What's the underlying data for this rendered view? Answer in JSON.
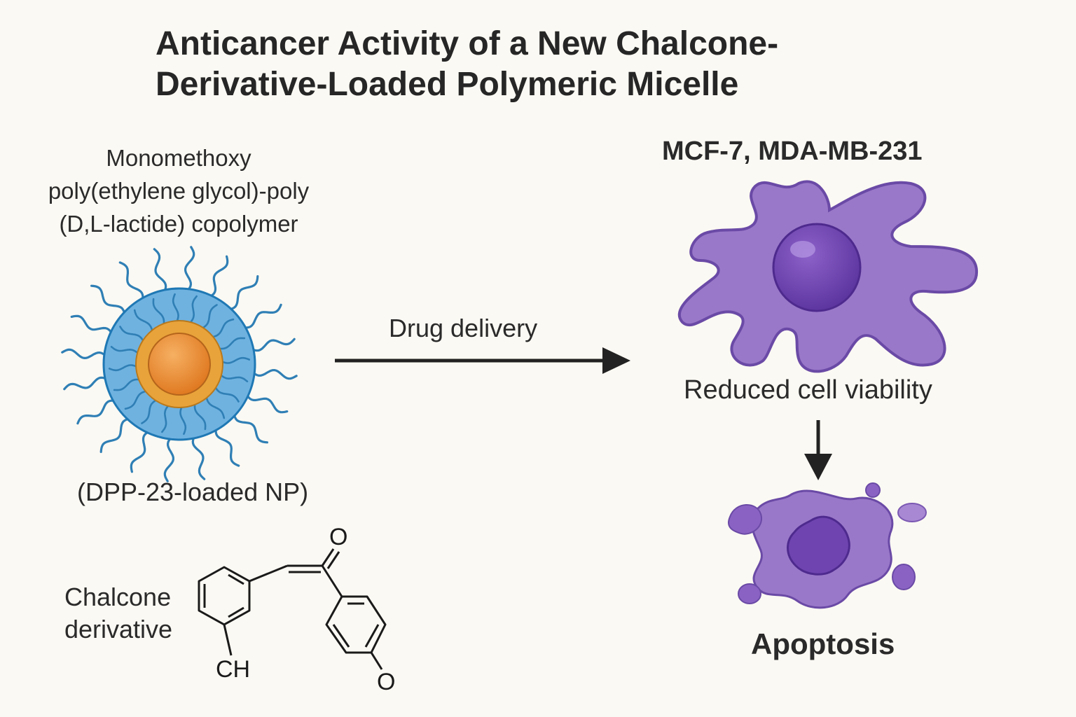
{
  "title": {
    "line1": "Anticancer Activity of a New Chalcone-",
    "line2": "Derivative-Loaded Polymeric Micelle"
  },
  "micelle": {
    "polymer_label_lines": [
      "Monomethoxy",
      "poly(ethylene glycol)-poly",
      "(D,L-lactide) copolymer"
    ],
    "np_label": "(DPP-23-loaded NP)",
    "colors": {
      "shell": "#6fb2e0",
      "shell_edge": "#1f78b4",
      "core_ring": "#e8a33a",
      "core": "#ee8a2c",
      "tails": "#2f7fb5"
    }
  },
  "arrow": {
    "label": "Drug delivery"
  },
  "cells": {
    "header": "MCF-7, MDA-MB-231",
    "viability_label": "Reduced cell viability",
    "apoptosis_label": "Apoptosis",
    "colors": {
      "cell": "#9a78c9",
      "cell_edge": "#6a4aa6",
      "nucleus": "#6f44b0"
    }
  },
  "chalcone": {
    "label_lines": [
      "Chalcone",
      "derivative"
    ],
    "atoms": {
      "o_carbonyl": "O",
      "o_para": "O",
      "ch": "CH"
    }
  }
}
